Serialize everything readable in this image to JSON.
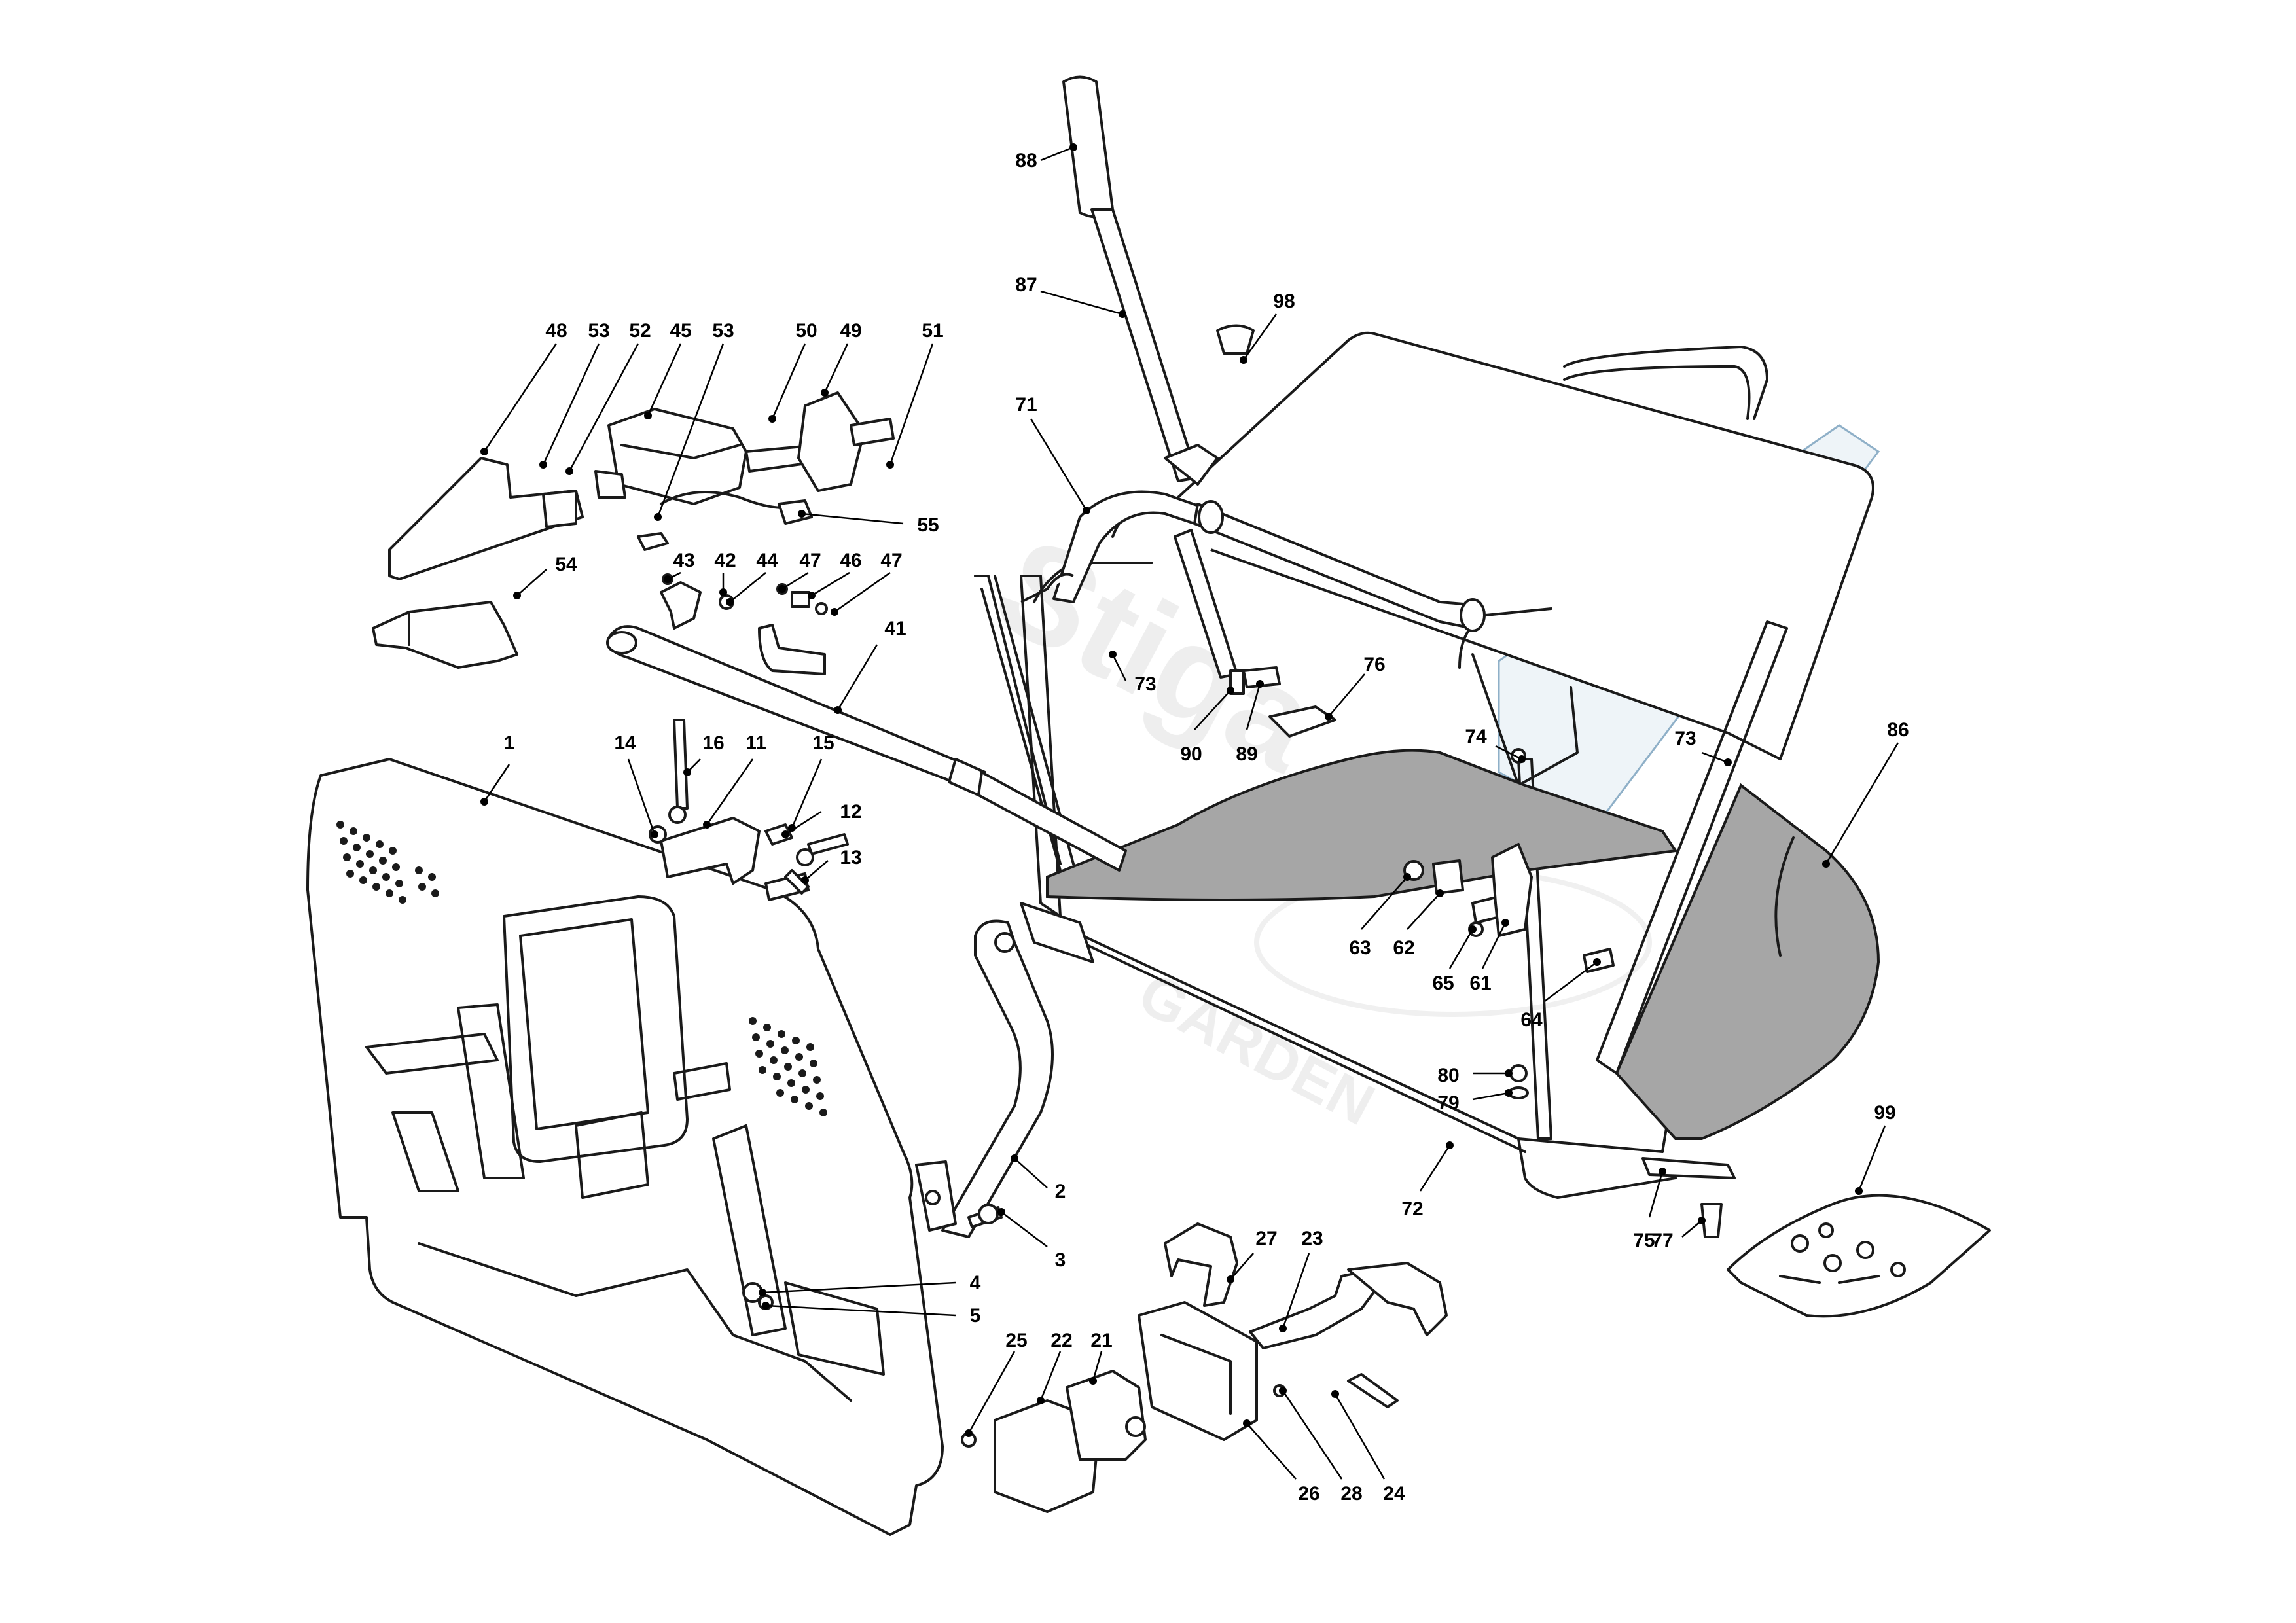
{
  "watermark": {
    "brand": "Stiga",
    "sub": "GARDEN"
  },
  "callouts": [
    {
      "num": "1"
    },
    {
      "num": "2"
    },
    {
      "num": "3"
    },
    {
      "num": "4"
    },
    {
      "num": "5"
    },
    {
      "num": "11"
    },
    {
      "num": "12"
    },
    {
      "num": "13"
    },
    {
      "num": "14"
    },
    {
      "num": "15"
    },
    {
      "num": "16"
    },
    {
      "num": "21"
    },
    {
      "num": "22"
    },
    {
      "num": "23"
    },
    {
      "num": "24"
    },
    {
      "num": "25"
    },
    {
      "num": "26"
    },
    {
      "num": "27"
    },
    {
      "num": "28"
    },
    {
      "num": "41"
    },
    {
      "num": "42"
    },
    {
      "num": "43"
    },
    {
      "num": "44"
    },
    {
      "num": "45"
    },
    {
      "num": "46"
    },
    {
      "num": "47"
    },
    {
      "num": "47"
    },
    {
      "num": "48"
    },
    {
      "num": "49"
    },
    {
      "num": "50"
    },
    {
      "num": "51"
    },
    {
      "num": "52"
    },
    {
      "num": "53"
    },
    {
      "num": "53"
    },
    {
      "num": "54"
    },
    {
      "num": "55"
    },
    {
      "num": "61"
    },
    {
      "num": "62"
    },
    {
      "num": "63"
    },
    {
      "num": "64"
    },
    {
      "num": "65"
    },
    {
      "num": "71"
    },
    {
      "num": "72"
    },
    {
      "num": "73"
    },
    {
      "num": "73"
    },
    {
      "num": "74"
    },
    {
      "num": "75"
    },
    {
      "num": "76"
    },
    {
      "num": "77"
    },
    {
      "num": "79"
    },
    {
      "num": "80"
    },
    {
      "num": "86"
    },
    {
      "num": "87"
    },
    {
      "num": "88"
    },
    {
      "num": "89"
    },
    {
      "num": "90"
    },
    {
      "num": "98"
    },
    {
      "num": "99"
    }
  ]
}
